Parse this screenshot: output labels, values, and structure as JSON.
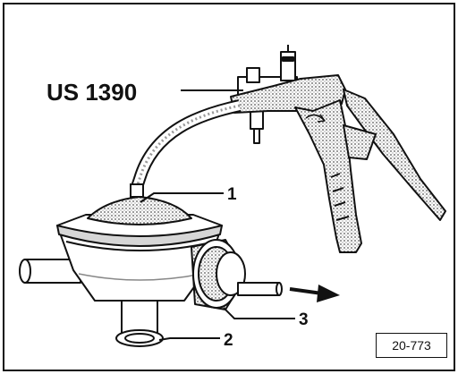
{
  "labels": {
    "tool": "US 1390",
    "part_1": "1",
    "part_2": "2",
    "part_3": "3"
  },
  "reference_code": "20-773",
  "colors": {
    "line": "#111111",
    "shade": "#bdbdbd",
    "background": "#ffffff"
  }
}
